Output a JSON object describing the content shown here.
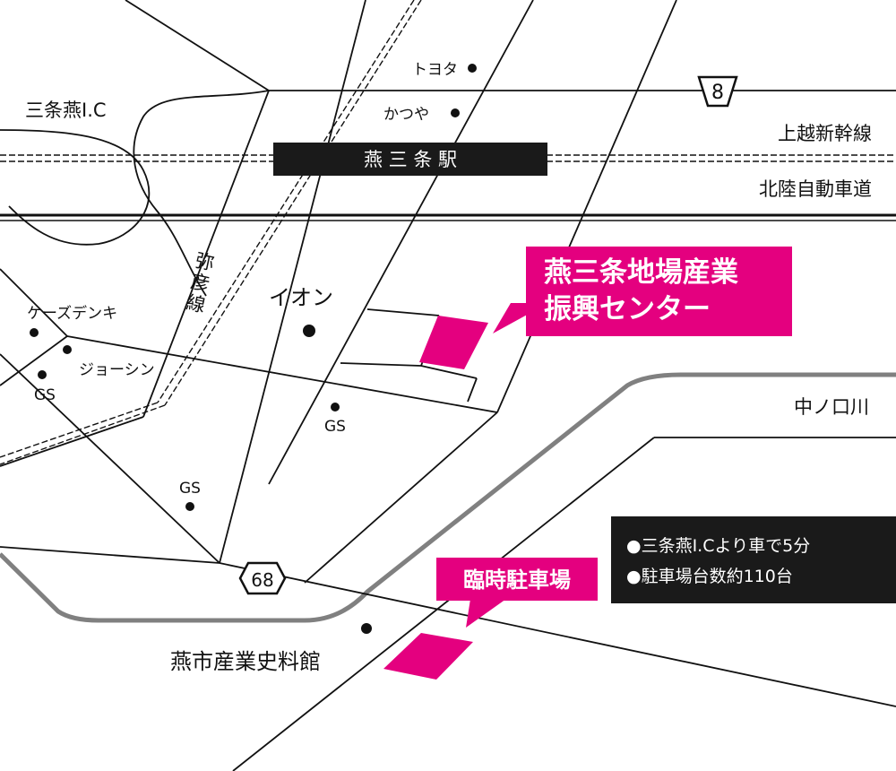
{
  "colors": {
    "accent": "#e4007f",
    "road": "#111111",
    "river": "#808080",
    "dark_box": "#1a1a1a",
    "text_light": "#ffffff"
  },
  "station": {
    "name": "燕 三 条 駅"
  },
  "lines": {
    "shinkansen": "上越新幹線",
    "expressway": "北陸自動車道",
    "yahiko": [
      "弥",
      "彦",
      "線"
    ]
  },
  "interchange": "三条燕I.C",
  "river_name": "中ノ口川",
  "routes": {
    "national_8": "8",
    "route_68": "68"
  },
  "places": {
    "toyota": "トヨタ",
    "katsuya": "かつや",
    "aeon": "イオン",
    "ks_denki": "ケーズデンキ",
    "joshin": "ジョーシン",
    "gs_left": "GS",
    "gs_center": "GS",
    "gs_lower": "GS",
    "museum": "燕市産業史料館"
  },
  "callouts": {
    "center": {
      "line1": "燕三条地場産業",
      "line2": "振興センター"
    },
    "parking": "臨時駐車場"
  },
  "info_box": {
    "line1": "●三条燕I.Cより車で5分",
    "line2": "●駐車場台数約110台"
  }
}
